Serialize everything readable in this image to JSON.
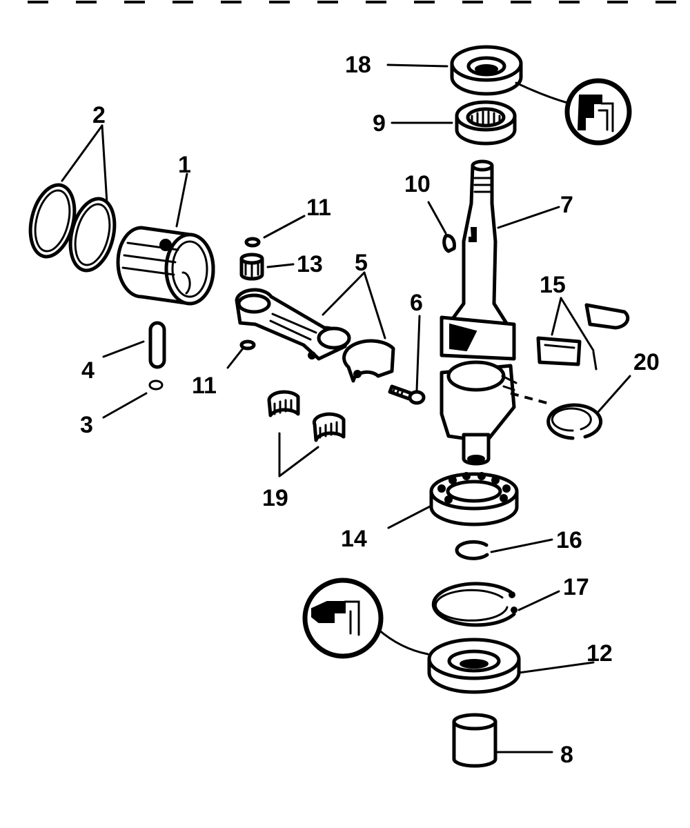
{
  "callouts": {
    "c1": "1",
    "c2": "2",
    "c3": "3",
    "c4": "4",
    "c5": "5",
    "c6": "6",
    "c7": "7",
    "c8": "8",
    "c9": "9",
    "c10": "10",
    "c11a": "11",
    "c11b": "11",
    "c12": "12",
    "c13": "13",
    "c14": "14",
    "c15": "15",
    "c16": "16",
    "c17": "17",
    "c18": "18",
    "c19": "19",
    "c20": "20"
  },
  "icons": {
    "top": "sealant-application-icon",
    "bottom": "sealant-application-icon"
  }
}
